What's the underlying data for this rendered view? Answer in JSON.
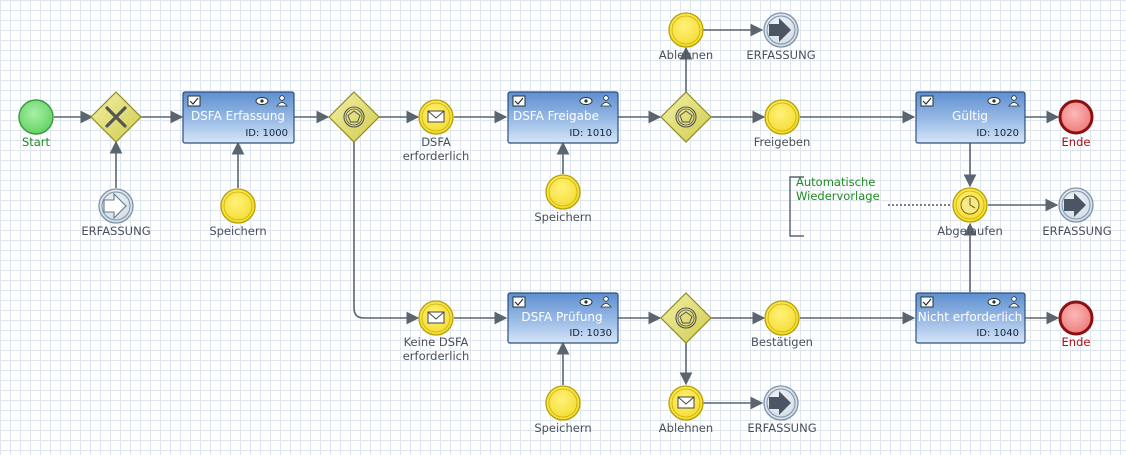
{
  "events": {
    "start": "Start",
    "end_top": "Ende",
    "end_bottom": "Ende",
    "link_erfassung_1": "ERFASSUNG",
    "link_erfassung_2": "ERFASSUNG",
    "link_erfassung_3": "ERFASSUNG",
    "link_erfassung_4": "ERFASSUNG",
    "speichern_1": "Speichern",
    "speichern_2": "Speichern",
    "speichern_3": "Speichern",
    "dsfa_erforderlich": [
      "DSFA",
      "erforderlich"
    ],
    "keine_dsfa_erforderlich": [
      "Keine DSFA",
      "erforderlich"
    ],
    "ablehnen_top": "Ablehnen",
    "ablehnen_bottom": "Ablehnen",
    "freigeben": "Freigeben",
    "bestaetigen": "Bestätigen",
    "abgelaufen": "Abgelaufen"
  },
  "tasks": {
    "erfassung": {
      "name": "DSFA Erfassung",
      "id": "ID: 1000"
    },
    "freigabe": {
      "name": "DSFA Freigabe",
      "id": "ID: 1010"
    },
    "pruefung": {
      "name": "DSFA Prüfung",
      "id": "ID: 1030"
    },
    "gueltig": {
      "name": "Gültig",
      "id": "ID: 1020"
    },
    "nicht_erforderlich": {
      "name": "Nicht erforderlich",
      "id": "ID: 1040"
    }
  },
  "annotation": [
    "Automatische",
    "Wiedervorlage"
  ],
  "colors": {
    "start_fill": "#7fe07f",
    "end_fill": "#f08c8c",
    "end_stroke": "#8c1010",
    "intermediate_fill": "#f7e440",
    "intermediate_stroke": "#b8a000",
    "gateway_fill": "#e6e27a",
    "task_top": "#5e8fd0",
    "task_bottom": "#cfe0f6",
    "flow": "#5b6570"
  }
}
